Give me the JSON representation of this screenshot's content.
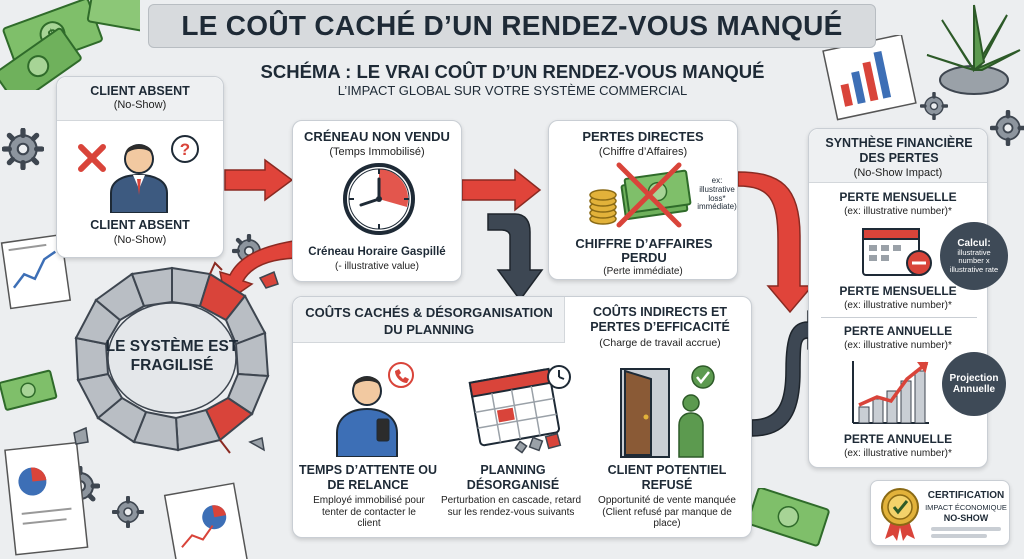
{
  "title": "LE COÛT CACHÉ D’UN RENDEZ-VOUS MANQUÉ",
  "schema_title": "SCHÉMA : LE VRAI COÛT D’UN RENDEZ-VOUS MANQUÉ",
  "schema_subtitle": "L’IMPACT GLOBAL SUR VOTRE SYSTÈME COMMERCIAL",
  "client_card": {
    "heading": "CLIENT ABSENT",
    "heading_sub": "(No-Show)",
    "label": "CLIENT ABSENT",
    "label_sub": "(No-Show)"
  },
  "creneau_card": {
    "heading": "CRÉNEAU NON VENDU",
    "heading_sub": "(Temps Immobilisé)",
    "caption": "Créneau Horaire Gaspillé",
    "caption_sub": "(- illustrative value)"
  },
  "pertes_card": {
    "heading": "PERTES DIRECTES",
    "heading_sub": "(Chiffre d’Affaires)",
    "note": "ex: illustrative loss* immédiate)",
    "label": "CHIFFRE D’AFFAIRES PERDU",
    "label_sub": "(Perte immédiate)"
  },
  "systeme": {
    "label": "LE SYSTÈME EST FRAGILISÉ"
  },
  "caches_card": {
    "heading": "COÛTS CACHÉS & DÉSORGANISATION DU PLANNING",
    "col1_title": "TEMPS D’ATTENTE OU DE RELANCE",
    "col1_text": "Employé immobilisé pour tenter de contacter le client",
    "col2_title": "PLANNING DÉSORGANISÉ",
    "col2_text": "Perturbation en cascade, retard sur les rendez-vous suivants"
  },
  "indirects": {
    "heading": "COÛTS INDIRECTS ET PERTES D’EFFICACITÉ",
    "heading_sub": "(Charge de travail accrue)",
    "col_title": "CLIENT POTENTIEL REFUSÉ",
    "col_text": "Opportunité de vente manquée (Client refusé par manque de place)"
  },
  "synthese": {
    "heading": "SYNTHÈSE FINANCIÈRE DES PERTES",
    "heading_sub": "(No-Show Impact)",
    "rows": [
      {
        "title": "PERTE MENSUELLE",
        "value": "(ex: illustrative number)*"
      },
      {
        "title": "PERTE MENSUELLE",
        "value": "(ex: illustrative number)*"
      },
      {
        "title": "PERTE ANNUELLE",
        "value": "(ex: illustrative number)*"
      },
      {
        "title": "PERTE ANNUELLE",
        "value": "(ex: illustrative number)*"
      }
    ],
    "calc_title": "Calcul:",
    "calc_text": "illustrative number x illustrative rate",
    "projection": "Projection Annuelle"
  },
  "certification": {
    "title": "CERTIFICATION",
    "text": "IMPACT ÉCONOMIQUE",
    "tag": "NO-SHOW"
  },
  "colors": {
    "arrow_red": "#e0443a",
    "arrow_dark": "#3d4753",
    "title_bg": "#d7dadd",
    "money_green": "#4c9a45"
  }
}
